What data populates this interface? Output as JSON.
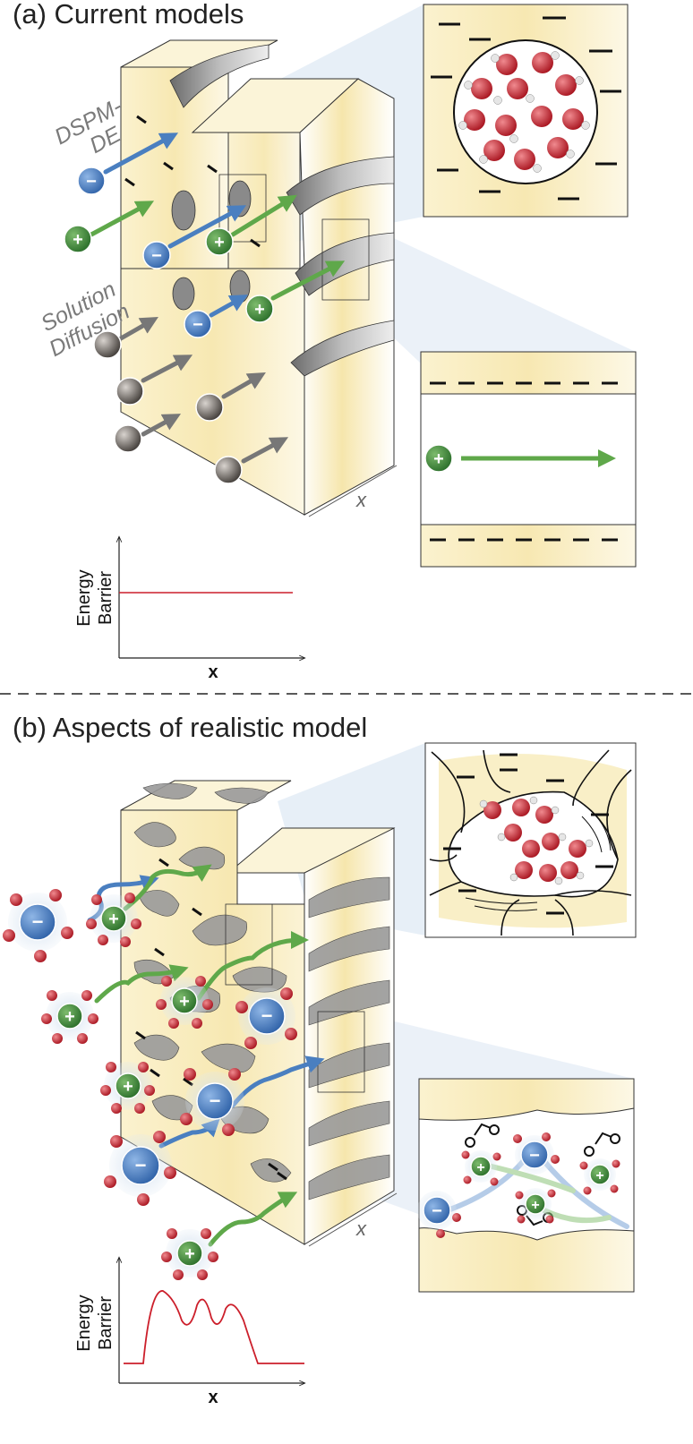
{
  "panel_a": {
    "title": "(a) Current models",
    "label_dspm_line1": "DSPM-",
    "label_dspm_line2": "DE",
    "label_sd_line1": "Solution",
    "label_sd_line2": "Diffusion",
    "axis_x_block": "x",
    "plot": {
      "ylabel_line1": "Energy",
      "ylabel_line2": "Barrier",
      "xlabel": "x",
      "profile": "flat"
    }
  },
  "panel_b": {
    "title": "(b) Aspects of realistic model",
    "axis_x_block": "x",
    "plot": {
      "ylabel_line1": "Energy",
      "ylabel_line2": "Barrier",
      "xlabel": "x",
      "profile": "multiple barriers"
    }
  },
  "symbols": {
    "plus": "+",
    "minus": "−",
    "fixed_charge": "—"
  },
  "colors": {
    "cation": "#3e8a3a",
    "anion": "#3f74b8",
    "neutral": "#5a5550",
    "arrow_cation": "#5fa84a",
    "arrow_anion": "#4a7fc0",
    "arrow_neutral": "#777777",
    "barrier_line": "#cc1f2b",
    "membrane_tint": "#f5e7b0",
    "water_oxygen": "#c8202e",
    "callout_shadow": "#dde8f3"
  }
}
